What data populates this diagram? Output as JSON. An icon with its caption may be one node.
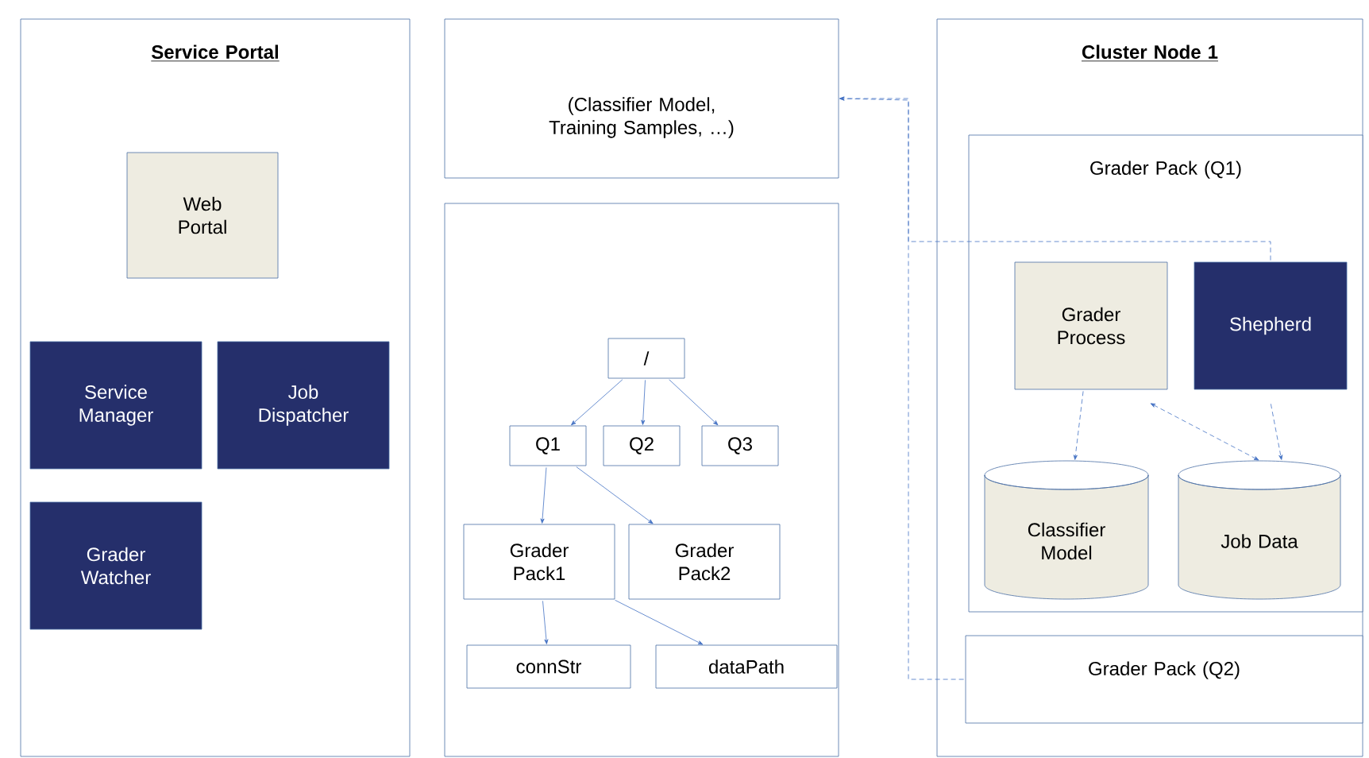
{
  "diagram": {
    "nodes": [
      {
        "text": [
          "Service Portal"
        ]
      },
      {
        "text": [
          "Web Portal"
        ],
        "in": 0
      },
      {
        "text": [
          "Service Manager"
        ],
        "in": 0
      },
      {
        "text": [
          "Job Dispatcher"
        ],
        "in": 0
      },
      {
        "text": [
          "Grader Watcher"
        ],
        "in": 0
      },
      {
        "text": [
          "(Classifier Model, Training Samples, …)"
        ]
      },
      {
        "text": [],
        "shape": "box"
      },
      {
        "text": [
          "/"
        ],
        "in": 6
      },
      {
        "text": [
          "Q1"
        ],
        "in": 6
      },
      {
        "text": [
          "Q2"
        ],
        "in": 6
      },
      {
        "text": [
          "Q3"
        ],
        "in": 6
      },
      {
        "text": [
          "Grader Pack1"
        ],
        "in": 6
      },
      {
        "text": [
          "Grader Pack2"
        ],
        "in": 6
      },
      {
        "text": [
          "connStr"
        ],
        "in": 6
      },
      {
        "text": [
          "dataPath"
        ],
        "in": 6
      },
      {
        "text": [
          "Cluster Node 1"
        ]
      },
      {
        "text": [
          "Grader Pack (Q1)"
        ],
        "in": 15
      },
      {
        "text": [
          "Grader Process"
        ],
        "in": 16
      },
      {
        "text": [
          "Shepherd"
        ],
        "in": 16
      },
      {
        "text": [
          "Classifier Model"
        ],
        "in": 16
      },
      {
        "text": [
          "Job Data"
        ],
        "in": 16
      },
      {
        "text": [
          "Grader Pack (Q2)"
        ],
        "in": 15
      }
    ],
    "edges": [
      {
        "from": 7,
        "to": 8,
        "arrow": "to"
      },
      {
        "from": 7,
        "to": 9,
        "arrow": "to"
      },
      {
        "from": 7,
        "to": 10,
        "arrow": "to"
      },
      {
        "from": 8,
        "to": 11,
        "arrow": "to"
      },
      {
        "from": 8,
        "to": 12,
        "arrow": "to"
      },
      {
        "from": 11,
        "to": 13,
        "arrow": "to"
      },
      {
        "from": 11,
        "to": 14,
        "arrow": "to"
      },
      {
        "from": 18,
        "to": 5,
        "arrow": "to",
        "style": "dashed"
      },
      {
        "from": 21,
        "to": 5,
        "arrow": "to",
        "style": "dashed"
      },
      {
        "from": 17,
        "to": 19,
        "arrow": "to",
        "style": "dashed"
      },
      {
        "from": 17,
        "to": 20,
        "arrow": "both",
        "style": "dashed"
      },
      {
        "from": 18,
        "to": 20,
        "arrow": "to",
        "style": "dashed"
      }
    ]
  }
}
